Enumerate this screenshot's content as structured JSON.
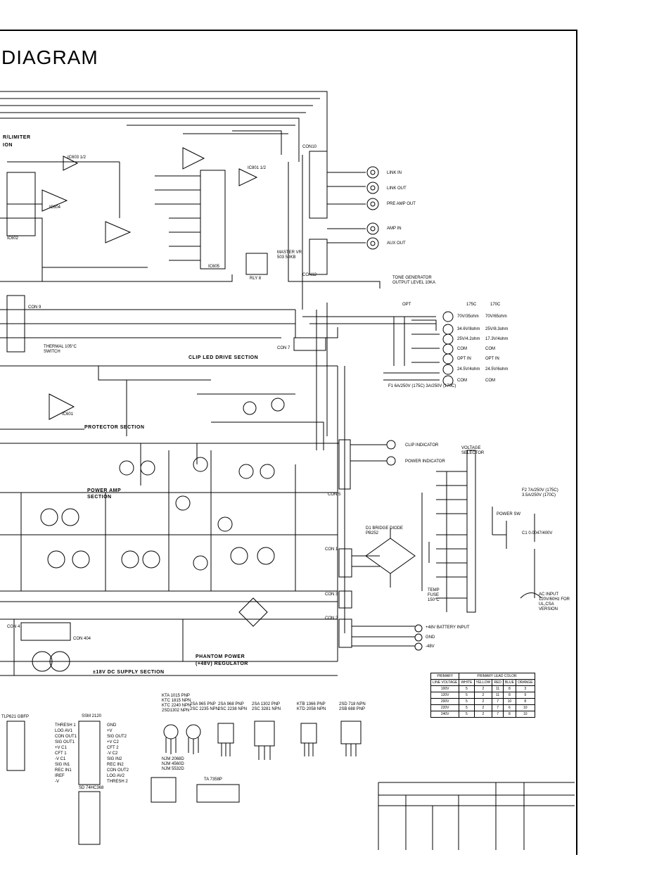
{
  "title": "DIAGRAM",
  "sections": {
    "limiter": "R/LIMITER",
    "limiter_sub": "ION",
    "clip_led": "CLIP LED DRIVE SECTION",
    "protector": "PROTECTOR SECTION",
    "power_amp_1": "POWER AMP",
    "power_amp_2": "SECTION",
    "phantom_1": "PHANTOM POWER",
    "phantom_2": "(+48V) REGULATOR",
    "dc_supply": "±18V DC SUPPLY SECTION"
  },
  "jacks": {
    "link_in": "LINK IN",
    "link_out": "LINK OUT",
    "pre_amp_out": "PRE AMP OUT",
    "amp_in": "AMP IN",
    "aux_out": "AUX OUT"
  },
  "connectors": [
    "CON10",
    "CON12",
    "CON 9",
    "CON 7",
    "CON 5",
    "CON 1",
    "CON 3",
    "CON 2",
    "CON 4",
    "CON 404"
  ],
  "notes": {
    "tone_gen": "TONE GENERATOR OUTPUT LEVEL 10KA",
    "master": "MASTER VR 503 50KB",
    "rly": "RLY 8",
    "thermal": "THERMAL 105°C SWITCH",
    "fuse_f1": "F1 6A/250V (175C) 3A/250V (170C)",
    "clip_indicator": "CLIP INDICATOR",
    "power_indicator": "POWER INDICATOR",
    "voltage_selector": "VOLTAGE SELECTOR",
    "fuse_f2": "F2 7A/250V (175C) 3.5A/250V (170C)",
    "power_sw": "POWER SW",
    "c1": "C1 0.0047/400V",
    "bridge": "D1 BRIDGE DIODE PB252",
    "temp_fuse": "TEMP FUSE 150°C",
    "ac_input": "AC INPUT 120V/60Hz FOR UL,CSA VERSION",
    "battery": "+48V BATTERY INPUT",
    "gnd": "GND",
    "minus48": "-48V",
    "opt": "OPT",
    "col_175c": "175C",
    "col_170c": "170C",
    "ic801": "IC801 1/2",
    "ic603": "IC603 1/2",
    "ic604": "IC604",
    "ic605": "IC605",
    "ic602": "IC602",
    "ic601": "IC601"
  },
  "transformer_taps": [
    {
      "a": "70V/35ohm",
      "b": "70V/65ohm"
    },
    {
      "a": "34.6V/8ohm",
      "b": "25V/8.3ohm"
    },
    {
      "a": "25V/4.2ohm",
      "b": "17.3V/4ohm"
    },
    {
      "a": "COM",
      "b": "COM"
    },
    {
      "a": "OPT IN",
      "b": "OPT IN"
    },
    {
      "a": "24.5V/4ohm",
      "b": "24.5V/6ohm"
    },
    {
      "a": "COM",
      "b": "COM"
    }
  ],
  "lead_table": {
    "header_primary": "PRIMARY",
    "header_lead": "PRIMARY LEAD COLOR",
    "header_line": "LINE VOLTAGE",
    "columns": [
      "WHITE",
      "YELLOW",
      "RED",
      "BLUE",
      "ORANGE"
    ],
    "rows": [
      {
        "v": "100V",
        "c": [
          "5",
          "2",
          "11",
          "8",
          "3"
        ]
      },
      {
        "v": "120V",
        "c": [
          "5",
          "2",
          "11",
          "8",
          "9"
        ]
      },
      {
        "v": "200V",
        "c": [
          "5",
          "2",
          "7",
          "10",
          "8"
        ]
      },
      {
        "v": "220V",
        "c": [
          "5",
          "2",
          "7",
          "6",
          "10"
        ]
      },
      {
        "v": "240V",
        "c": [
          "5",
          "2",
          "7",
          "8",
          "10"
        ]
      }
    ]
  },
  "parts": {
    "tr1": "KTA 1015 PNP\nKTC 1815 NPN\nKTC 2240 NPN\n2SD1302 NPN",
    "tr2": "2SA 965 PNP\n2SC 2235 NPN",
    "tr3": "2SA 968 PNP\n2SC 2238 NPN",
    "tr4": "2SA 1302 PNP\n2SC 3281 NPN",
    "tr5": "KTB 1366 PNP\nKTD 2058 NPN",
    "tr6": "2SD 718 NPN\n2SB 688 PNP",
    "ssm": "SSM 2120",
    "ic2": "SD 74HC368",
    "ta": "TA 7358P",
    "njm": "NJM 2068D\nNJM 4560D\nNJM 5532D",
    "tlp": "TLP621 GBFP",
    "ssm_left_pins": [
      "THRESH 1",
      "LOG AV1",
      "CON OUT1",
      "SIG OUT1",
      "+V C1",
      "CFT 1",
      "-V C1",
      "SIG IN1",
      "REC IN1",
      "IREF",
      "-V"
    ],
    "ssm_right_pins": [
      "GND",
      "+V",
      "SIG OUT2",
      "+V C2",
      "CFT 2",
      "-V C2",
      "SIG IN2",
      "REC IN2",
      "CON OUT2",
      "LOG AV2",
      "THRESH 2"
    ]
  }
}
